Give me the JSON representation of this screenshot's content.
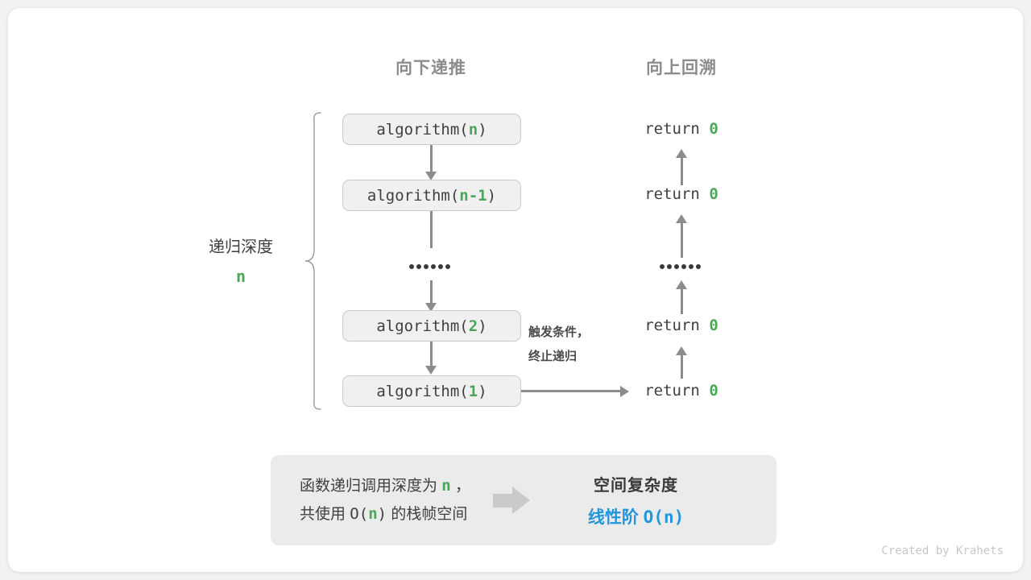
{
  "headers": {
    "down": "向下递推",
    "up": "向上回溯"
  },
  "depth": {
    "label": "递归深度",
    "value": "n"
  },
  "calls": [
    {
      "prefix": "algorithm(",
      "arg": "n",
      "suffix": ")"
    },
    {
      "prefix": "algorithm(",
      "arg": "n-1",
      "suffix": ")"
    },
    {
      "prefix": "algorithm(",
      "arg": "2",
      "suffix": ")"
    },
    {
      "prefix": "algorithm(",
      "arg": "1",
      "suffix": ")"
    }
  ],
  "returns": [
    {
      "keyword": "return",
      "value": "0"
    },
    {
      "keyword": "return",
      "value": "0"
    },
    {
      "keyword": "return",
      "value": "0"
    },
    {
      "keyword": "return",
      "value": "0"
    }
  ],
  "trigger_note": {
    "line1": "触发条件，",
    "line2": "终止递归"
  },
  "summary": {
    "left_line1_a": "函数递归调用深度为",
    "left_line1_n": "n",
    "left_line1_b": "，",
    "left_line2_a": "共使用",
    "left_line2_mono_open": "O(",
    "left_line2_n": "n",
    "left_line2_mono_close": ")",
    "left_line2_b": "的栈帧空间",
    "title": "空间复杂度",
    "value_text": "线性阶",
    "value_mono": "O(n)"
  },
  "credit": "Created by Krahets",
  "colors": {
    "accent_green": "#4ca65a",
    "accent_blue": "#2196d8",
    "text_dark": "#3f3f3f",
    "header_gray": "#8c8c8c",
    "box_fill": "#f0f0f0",
    "summary_fill": "#ebebeb"
  }
}
